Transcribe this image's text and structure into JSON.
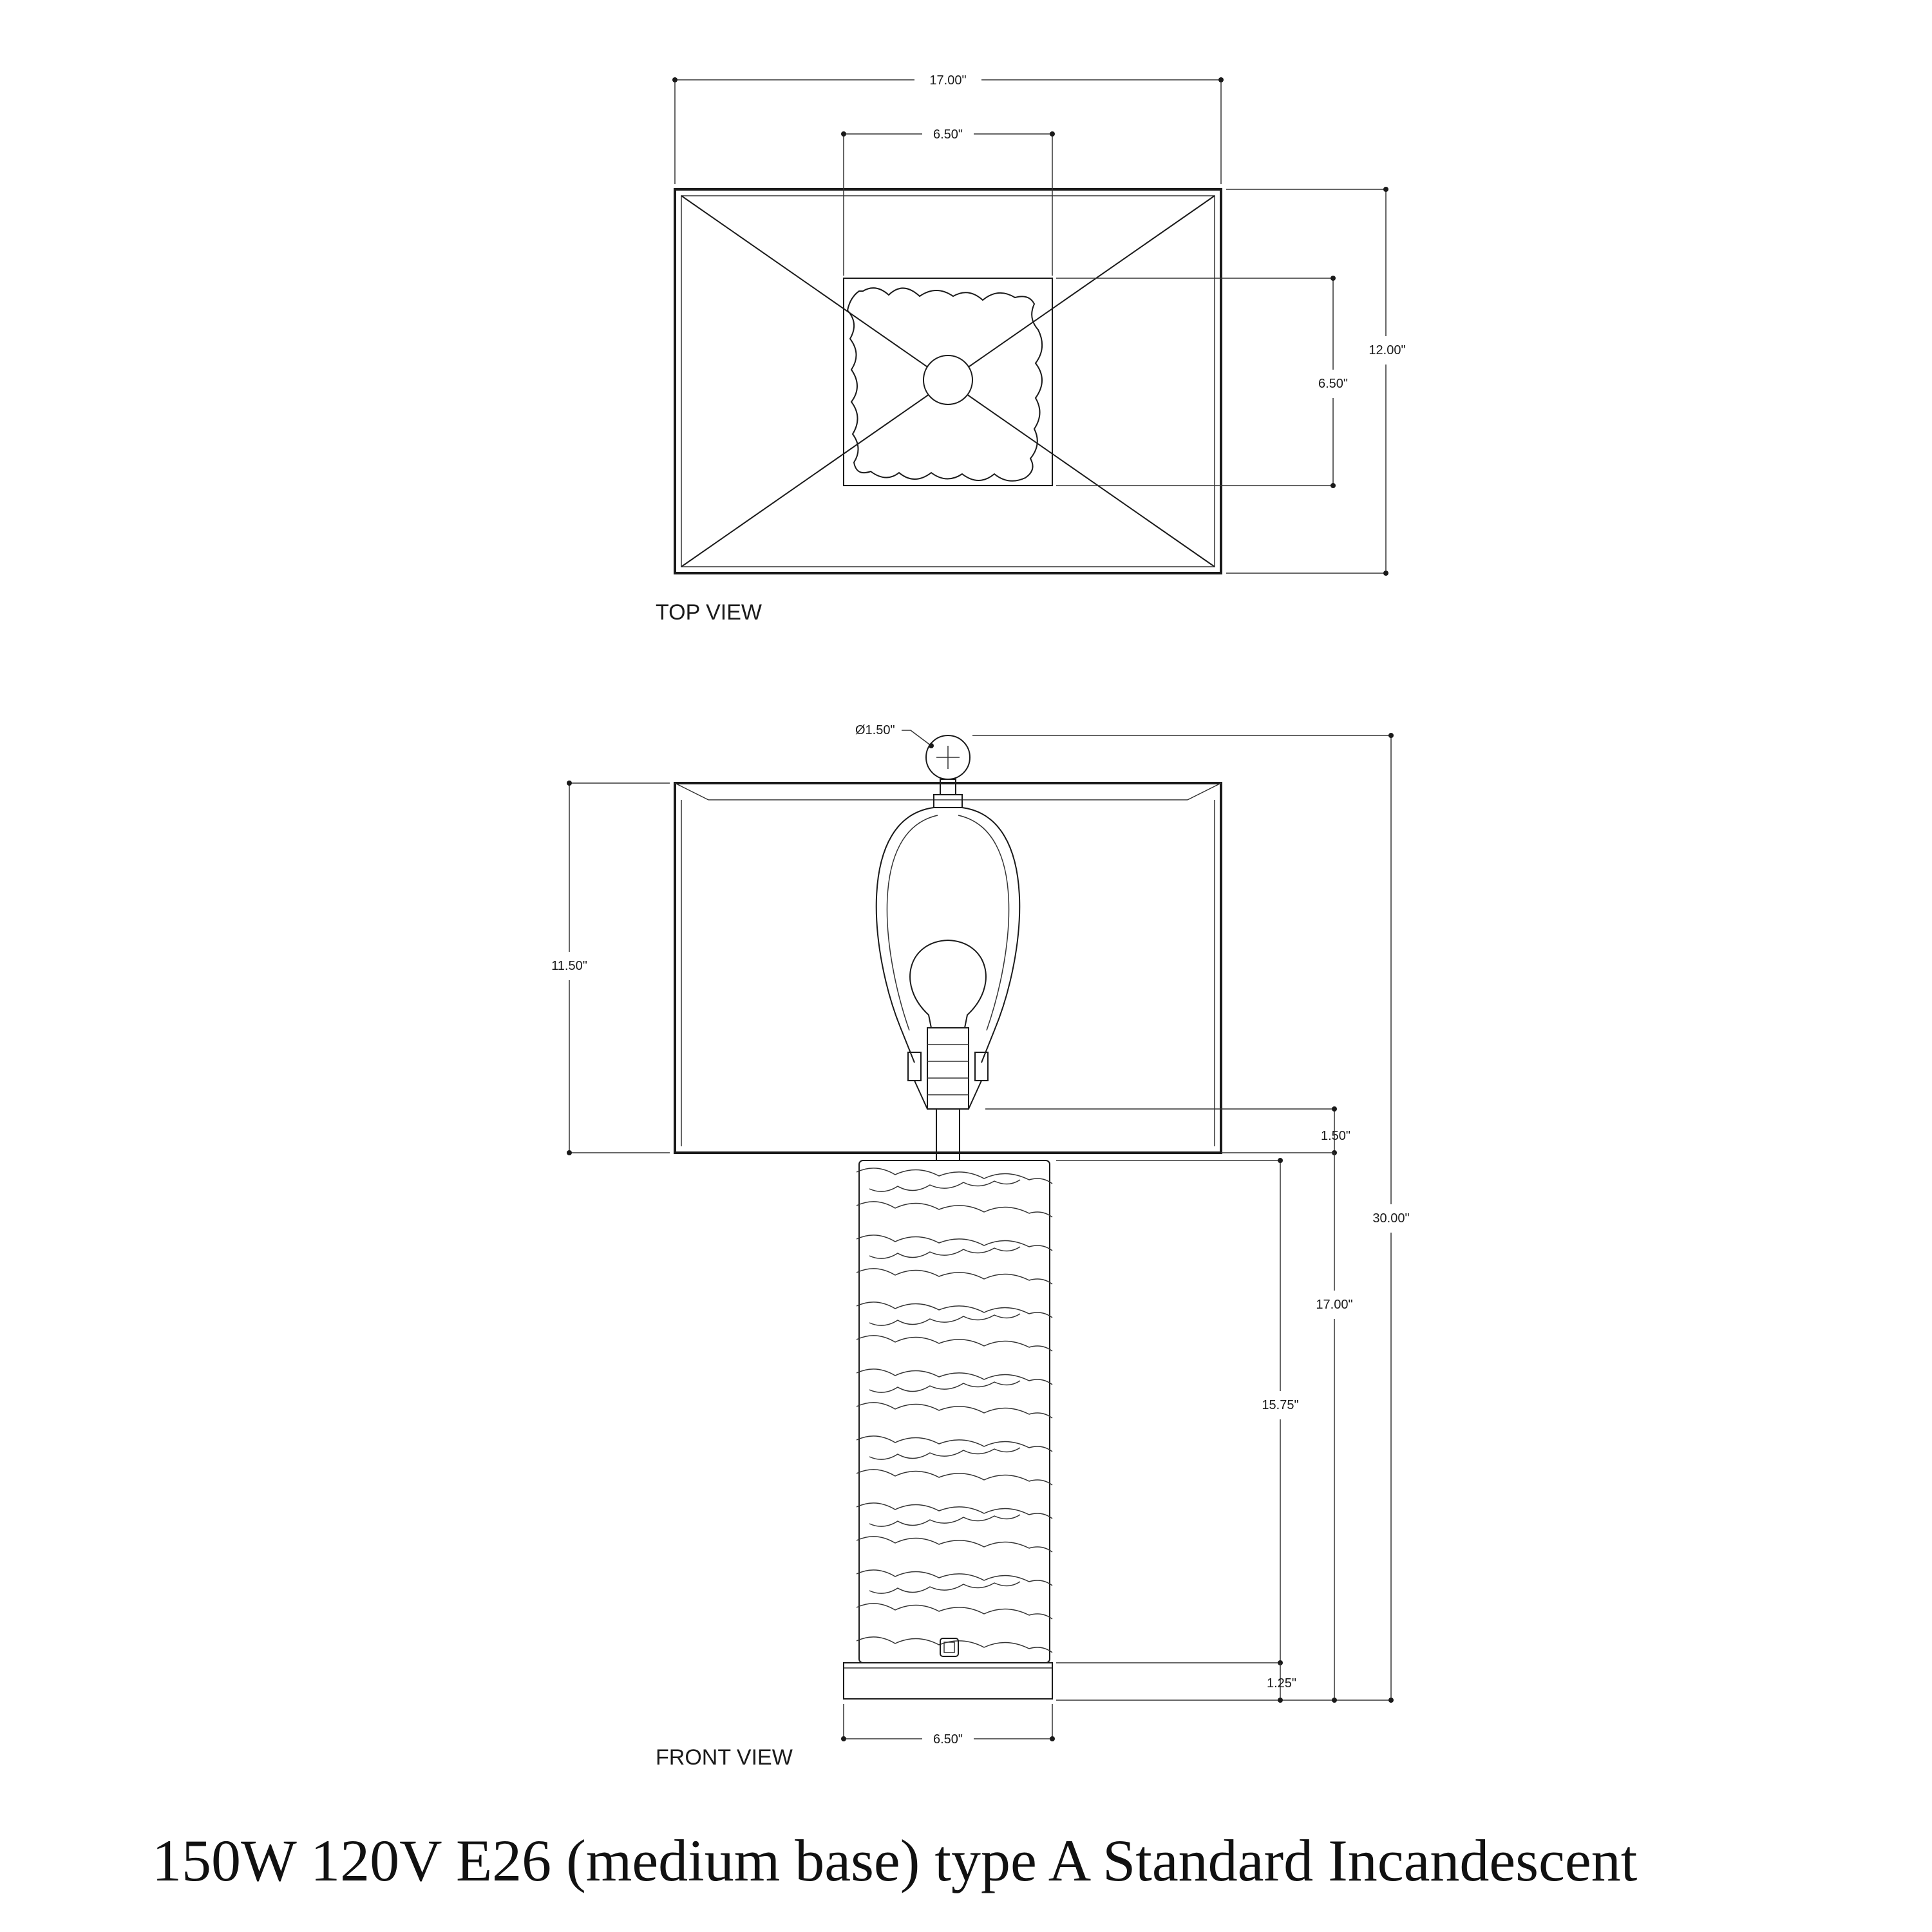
{
  "top_view": {
    "label": "TOP VIEW",
    "dim_width": "17.00\"",
    "dim_base_width": "6.50\"",
    "dim_depth": "12.00\"",
    "dim_base_depth": "6.50\""
  },
  "front_view": {
    "label": "FRONT VIEW",
    "dim_finial": "Ø1.50\"",
    "dim_shade_height": "11.50\"",
    "dim_overall_height": "30.00\"",
    "dim_socket_offset": "1.50\"",
    "dim_body_height": "17.00\"",
    "dim_column_height": "15.75\"",
    "dim_plinth_height": "1.25\"",
    "dim_base_width": "6.50\""
  },
  "caption": "150W 120V E26 (medium base) type A Standard Incandescent"
}
